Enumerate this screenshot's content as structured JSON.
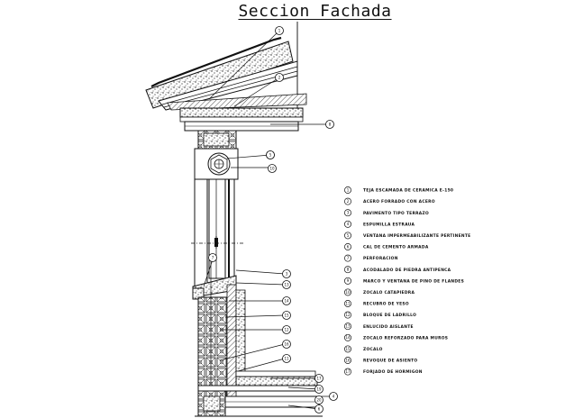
{
  "title": "Seccion Fachada",
  "legend": [
    {
      "num": "1",
      "text": "TEJA ESCAMADA DE CERAMICA E-150"
    },
    {
      "num": "2",
      "text": "ACERO FORRADO CON ACERO"
    },
    {
      "num": "3",
      "text": "PAVIMENTO TIPO TERRAZO"
    },
    {
      "num": "4",
      "text": "ESPUMILLA ESTRAUA"
    },
    {
      "num": "5",
      "text": "VENTANA IMPERMEABILIZANTE PERTINENTE"
    },
    {
      "num": "6",
      "text": "CAL DE CEMENTO ARMADA"
    },
    {
      "num": "7",
      "text": "PERFORACION"
    },
    {
      "num": "8",
      "text": "ACODALADO DE PIEDRA ANTIPENCA"
    },
    {
      "num": "9",
      "text": "MARCO Y VENTANA DE PINO DE FLANDES"
    },
    {
      "num": "10",
      "text": "ZOCALO CATAPIEDRA"
    },
    {
      "num": "11",
      "text": "RECUBRO DE YESO"
    },
    {
      "num": "12",
      "text": "BLOQUE DE LADRILLO"
    },
    {
      "num": "13",
      "text": "ENLUCIDO AISLANTE"
    },
    {
      "num": "14",
      "text": "ZOCALO REFORZADO PARA MUROS"
    },
    {
      "num": "15",
      "text": "ZOCALO"
    },
    {
      "num": "16",
      "text": "REVOQUE DE ASIENTO"
    },
    {
      "num": "17",
      "text": "FORJADO DE HORMIGON"
    }
  ],
  "callouts": [
    {
      "num": "1"
    },
    {
      "num": "2"
    },
    {
      "num": "8"
    },
    {
      "num": "9"
    },
    {
      "num": "10"
    },
    {
      "num": "3"
    },
    {
      "num": "13"
    },
    {
      "num": "14"
    },
    {
      "num": "15"
    },
    {
      "num": "12"
    },
    {
      "num": "16"
    },
    {
      "num": "11"
    },
    {
      "num": "17"
    },
    {
      "num": "19"
    },
    {
      "num": "20"
    },
    {
      "num": "4"
    },
    {
      "num": "6"
    },
    {
      "num": "7"
    },
    {
      "num": "5"
    }
  ]
}
